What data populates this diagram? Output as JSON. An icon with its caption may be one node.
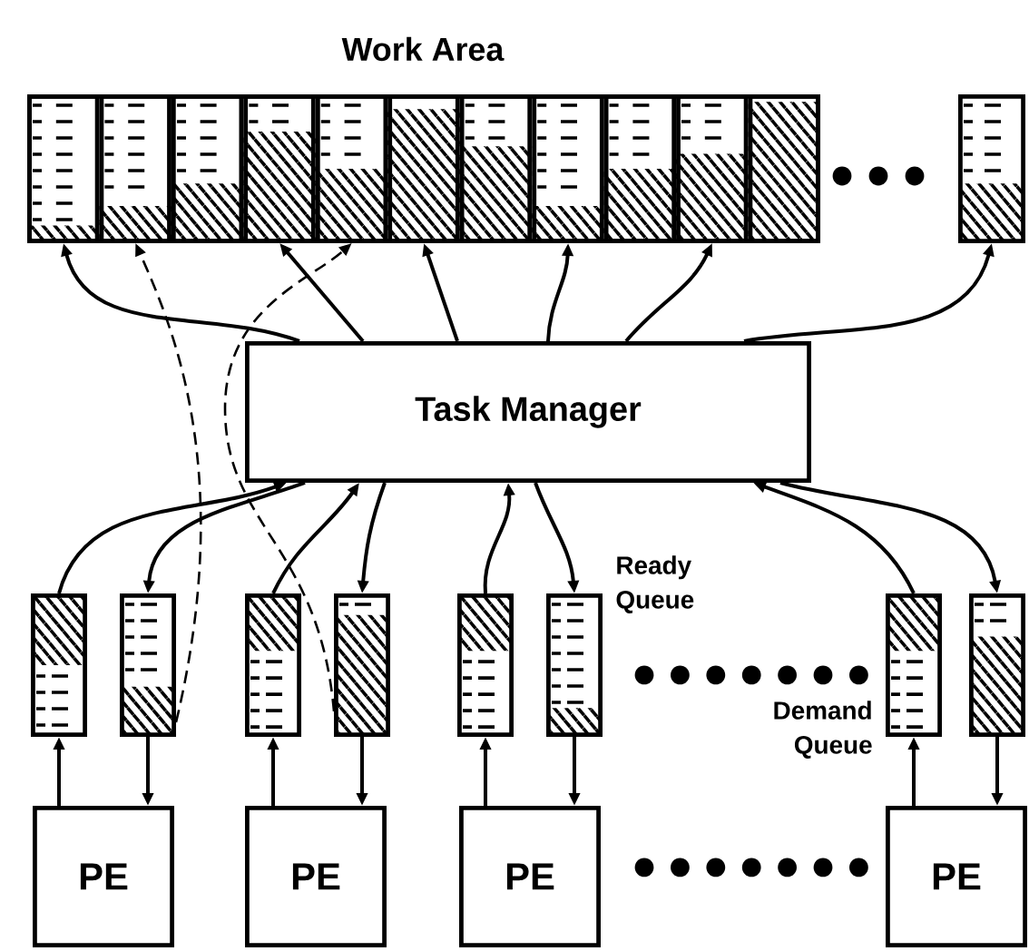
{
  "diagram": {
    "title": "Work Area",
    "nodes": [
      {
        "text": [],
        "shape": "box"
      },
      {
        "text": [],
        "shape": "box",
        "in": 0
      },
      {
        "text": [],
        "shape": "box",
        "in": 0
      },
      {
        "text": [],
        "shape": "box",
        "in": 0
      },
      {
        "text": [],
        "shape": "box",
        "in": 0
      },
      {
        "text": [],
        "shape": "box",
        "in": 0
      },
      {
        "text": [],
        "shape": "box",
        "in": 0
      },
      {
        "text": [],
        "shape": "box",
        "in": 0
      },
      {
        "text": [],
        "shape": "box",
        "in": 0
      },
      {
        "text": [],
        "shape": "box",
        "in": 0
      },
      {
        "text": [],
        "shape": "box",
        "in": 0
      },
      {
        "text": [],
        "shape": "box",
        "in": 0
      },
      {
        "text": [],
        "shape": "box"
      },
      {
        "text": [
          "Task Manager"
        ]
      },
      {
        "text": [],
        "shape": "box"
      },
      {
        "text": [],
        "shape": "box"
      },
      {
        "text": [],
        "shape": "box"
      },
      {
        "text": [],
        "shape": "box"
      },
      {
        "text": [],
        "shape": "box"
      },
      {
        "text": [],
        "shape": "box"
      },
      {
        "text": [],
        "shape": "box"
      },
      {
        "text": [],
        "shape": "box"
      },
      {
        "text": [
          "PE"
        ]
      },
      {
        "text": [
          "PE"
        ]
      },
      {
        "text": [
          "PE"
        ]
      },
      {
        "text": [
          "PE"
        ]
      }
    ],
    "edges": [
      {
        "from": 13,
        "to": 1,
        "arrow": "to"
      },
      {
        "from": 13,
        "to": 4,
        "arrow": "to"
      },
      {
        "from": 13,
        "to": 6,
        "arrow": "to"
      },
      {
        "from": 13,
        "to": 8,
        "arrow": "to"
      },
      {
        "from": 13,
        "to": 10,
        "arrow": "to"
      },
      {
        "from": 13,
        "to": 12,
        "arrow": "to"
      },
      {
        "from": 14,
        "to": 13,
        "arrow": "to"
      },
      {
        "from": 13,
        "to": 15,
        "arrow": "to"
      },
      {
        "from": 16,
        "to": 13,
        "arrow": "to"
      },
      {
        "from": 13,
        "to": 17,
        "arrow": "to"
      },
      {
        "from": 18,
        "to": 13,
        "arrow": "to"
      },
      {
        "from": 13,
        "to": 19,
        "arrow": "to"
      },
      {
        "from": 20,
        "to": 13,
        "arrow": "to"
      },
      {
        "from": 13,
        "to": 21,
        "arrow": "to"
      },
      {
        "from": 22,
        "to": 14,
        "arrow": "to"
      },
      {
        "from": 15,
        "to": 22,
        "arrow": "to"
      },
      {
        "from": 23,
        "to": 16,
        "arrow": "to"
      },
      {
        "from": 17,
        "to": 23,
        "arrow": "to"
      },
      {
        "from": 24,
        "to": 18,
        "arrow": "to"
      },
      {
        "from": 19,
        "to": 24,
        "arrow": "to"
      },
      {
        "from": 25,
        "to": 20,
        "arrow": "to"
      },
      {
        "from": 21,
        "to": 25,
        "arrow": "to"
      },
      {
        "from": 15,
        "to": 2,
        "arrow": "to",
        "style": "dashed"
      },
      {
        "from": 17,
        "to": 5,
        "arrow": "to",
        "style": "dashed"
      }
    ],
    "labels": [
      "Ready Queue",
      "Demand Queue"
    ]
  }
}
